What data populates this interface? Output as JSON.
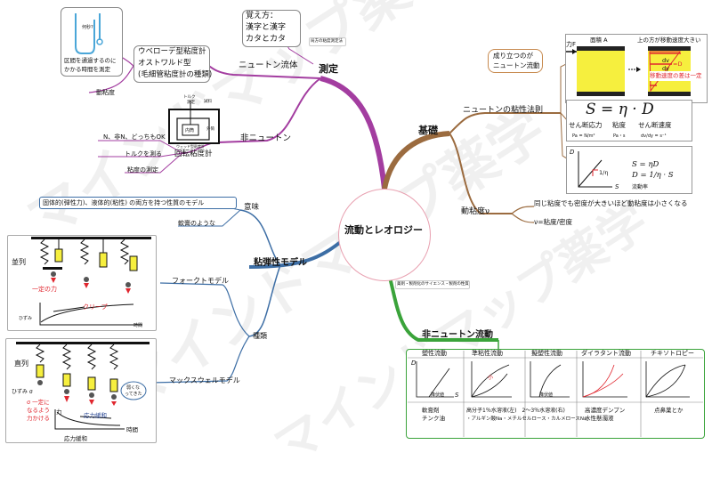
{
  "colors": {
    "measure": "#a33da0",
    "basic": "#9b6b3f",
    "visco": "#3d6ea5",
    "nonnewton": "#3aa33a",
    "root_border": "#e8a0b0"
  },
  "center": {
    "label": "流動とレオロジー"
  },
  "measure": {
    "label": "測定",
    "newton_fluid": "ニュートン流体",
    "non_newton": "非ニュートン",
    "viscometer_types": [
      "ウベローデ型粘度計",
      "オストワルド型",
      "(毛細管粘度計の種類)"
    ],
    "time_note": [
      "区間を通過するのに",
      "かかる時間を測定"
    ],
    "tube_label": "何秒?",
    "kinematic": "動粘度",
    "memo": [
      "覚え方：",
      "漢字と漢字",
      "カタとカタ"
    ],
    "memo_note": "局方の粘度測定法",
    "rotational": "回転粘度計",
    "rot_labels": {
      "torque": "トルク",
      "speed": "測定",
      "sample": "試料",
      "inner": "内筒",
      "outer": "外筒",
      "cup": "ウェッド型粘度計"
    },
    "rot_items": [
      "N、非N、どっちもOK",
      "トルクを測る",
      "粘度の測定"
    ]
  },
  "basic": {
    "label": "基礎",
    "newton_law": "ニュートンの粘性法則",
    "holds": [
      "成り立つのが",
      "ニュートン流動"
    ],
    "diagram": {
      "force": "力F",
      "area": "面積 A",
      "faster": "上の方が移動速度大きい",
      "dv": "dv",
      "dy": "dy",
      "eq": "=D",
      "gradient": "移動速度の差は一定"
    },
    "formula": "S = η · D",
    "formula_terms": [
      "せん断応力",
      "粘度",
      "せん断速度"
    ],
    "formula_units": [
      "Pa = N/m²",
      "Pa・s",
      "dv/dy = s⁻¹"
    ],
    "graph": {
      "y": "D",
      "x": "S",
      "slope": "1/η",
      "eq1": "S = ηD",
      "eq2": "D = 1/η · S",
      "rate": "流動率"
    },
    "kin_label": "動粘度ν",
    "kin_note": "同じ粘度でも密度が大きいほど動粘度は小さくなる",
    "kin_eq": "ν=粘度/密度"
  },
  "visco": {
    "label": "粘弾性モデル",
    "meaning": "意味",
    "meaning_text": "固体的(弾性力)、液体的(粘性) の両方を持つ性質のモデル",
    "example": "軟膏のような",
    "voigt": "フォークトモデル",
    "voigt_labels": {
      "parallel": "並列",
      "force": "一定の力",
      "creep": "クリープ",
      "strain": "ひずみ",
      "time": "時間"
    },
    "types": "種類",
    "maxwell": "マックスウェルモデル",
    "maxwell_labels": {
      "series": "直列",
      "strain": "ひずみ σ",
      "note": [
        "σ 一定に",
        "なるよう",
        "力かける"
      ],
      "force": "力",
      "relax": "応力緩和",
      "time": "時間",
      "relax2": "応力緩和",
      "weak": [
        "弱くな",
        "ってきた"
      ]
    }
  },
  "center_note": "薬剤・製剤化のサイエンス・製剤の性質",
  "nonnewton": {
    "label": "非ニュートン流動",
    "headers": [
      "塑性流動",
      "準粘性流動",
      "擬塑性流動",
      "ダイラタント流動",
      "チキソトロピー"
    ],
    "yield": "降伏値",
    "small": "小",
    "examples": [
      "軟膏剤\nチンク油",
      "高分子1％水溶液(左)　2～3％水溶液(右)",
      "・アルギン酸Na・メチルセルロース・カルメロースNa",
      "高濃度デンプン\n水性懸濁液",
      "点鼻薬とか"
    ],
    "axis_d": "D",
    "axis_s": "S"
  },
  "watermark": "マインドマップ薬学"
}
